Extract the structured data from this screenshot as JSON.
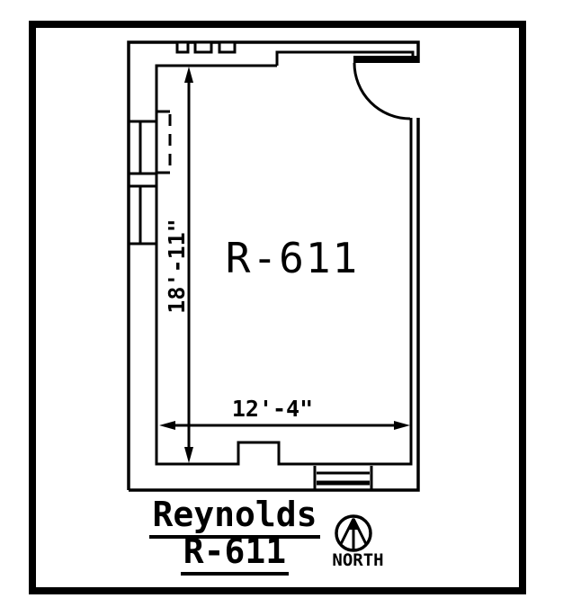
{
  "page": {
    "paper_color": "#ffffff",
    "ink_color": "#000000"
  },
  "floor_plan": {
    "room_label": "R-611",
    "dimension_vertical": "18'-11\"",
    "dimension_horizontal": "12'-4\""
  },
  "title_block": {
    "line1": "Reynolds",
    "line2": "R-611"
  },
  "north_indicator": {
    "label": "NORTH",
    "icon": "north-arrow-icon"
  }
}
